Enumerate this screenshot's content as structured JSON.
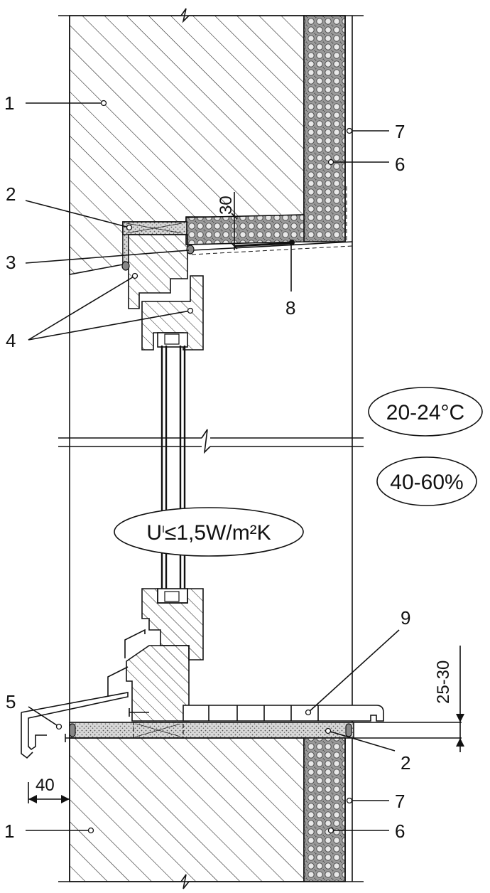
{
  "callouts": {
    "n1": "1",
    "n2": "2",
    "n3": "3",
    "n4": "4",
    "n5": "5",
    "n6": "6",
    "n7": "7",
    "n8": "8",
    "n9": "9"
  },
  "dimensions": {
    "top_gap": "30",
    "sill_gap": "25-30",
    "overhang": "40"
  },
  "badges": {
    "temperature": "20-24°C",
    "humidity": "40-60%",
    "u_value_prefix": "U",
    "u_value_sub": "I",
    "u_value_rest": "≤1,5W/m²K"
  }
}
